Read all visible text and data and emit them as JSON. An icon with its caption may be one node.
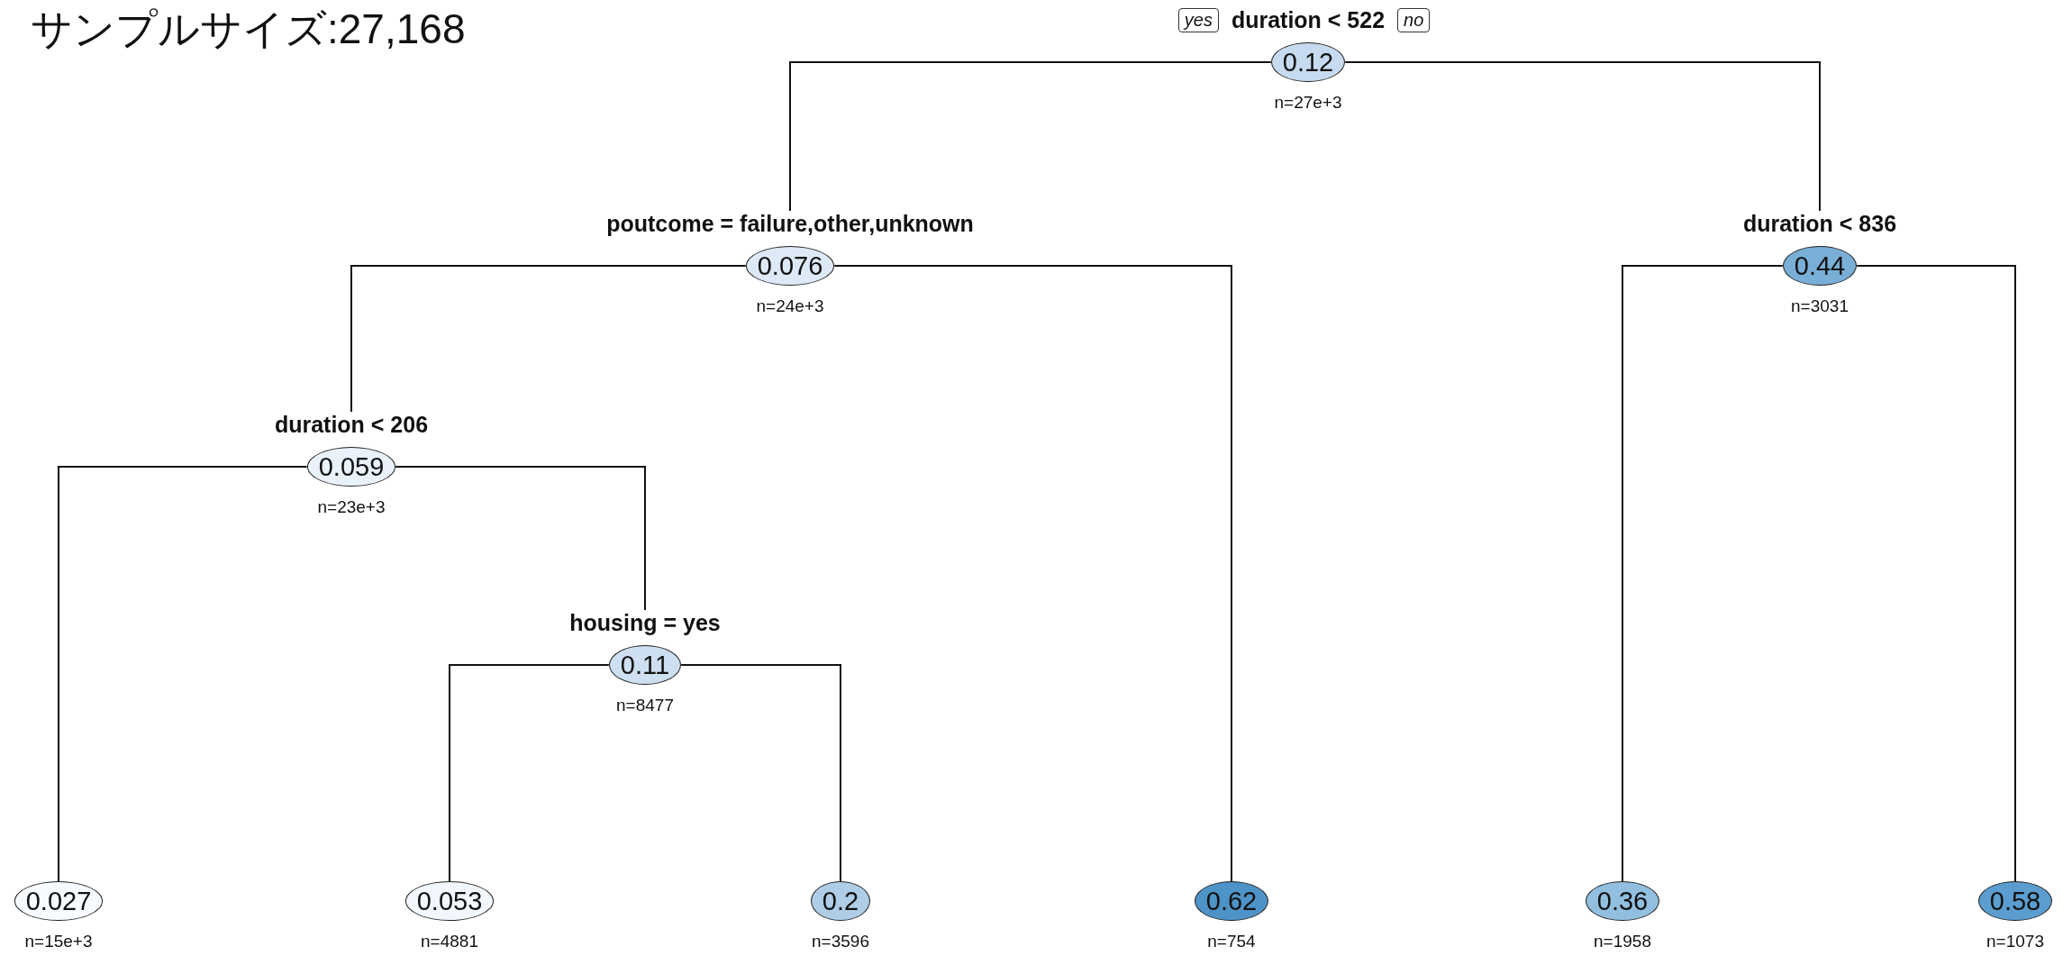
{
  "diagram": {
    "title": "サンプルサイズ:27,168",
    "nodes": [
      {
        "text": [
          "duration < 522",
          "0.12"
        ],
        "beside": [
          "n=27e+3"
        ]
      },
      {
        "text": [
          "poutcome = failure,other,unknown",
          "0.076"
        ],
        "beside": [
          "n=24e+3"
        ]
      },
      {
        "text": [
          "duration < 206",
          "0.059"
        ],
        "beside": [
          "n=23e+3"
        ]
      },
      {
        "text": [
          "0.027"
        ],
        "beside": [
          "n=15e+3"
        ]
      },
      {
        "text": [
          "housing = yes",
          "0.11"
        ],
        "beside": [
          "n=8477"
        ]
      },
      {
        "text": [
          "0.053"
        ],
        "beside": [
          "n=4881"
        ]
      },
      {
        "text": [
          "0.2"
        ],
        "beside": [
          "n=3596"
        ]
      },
      {
        "text": [
          "0.62"
        ],
        "beside": [
          "n=754"
        ]
      },
      {
        "text": [
          "duration < 836",
          "0.44"
        ],
        "beside": [
          "n=3031"
        ]
      },
      {
        "text": [
          "0.36"
        ],
        "beside": [
          "n=1958"
        ]
      },
      {
        "text": [
          "0.58"
        ],
        "beside": [
          "n=1073"
        ]
      }
    ],
    "edges": [
      {
        "from": 0,
        "to": 1,
        "arrow": "none",
        "label": "yes"
      },
      {
        "from": 0,
        "to": 8,
        "arrow": "none",
        "label": "no"
      },
      {
        "from": 1,
        "to": 2,
        "arrow": "none"
      },
      {
        "from": 1,
        "to": 7,
        "arrow": "none"
      },
      {
        "from": 2,
        "to": 3,
        "arrow": "none"
      },
      {
        "from": 2,
        "to": 4,
        "arrow": "none"
      },
      {
        "from": 4,
        "to": 5,
        "arrow": "none"
      },
      {
        "from": 4,
        "to": 6,
        "arrow": "none"
      },
      {
        "from": 8,
        "to": 9,
        "arrow": "none"
      },
      {
        "from": 8,
        "to": 10,
        "arrow": "none"
      }
    ]
  }
}
